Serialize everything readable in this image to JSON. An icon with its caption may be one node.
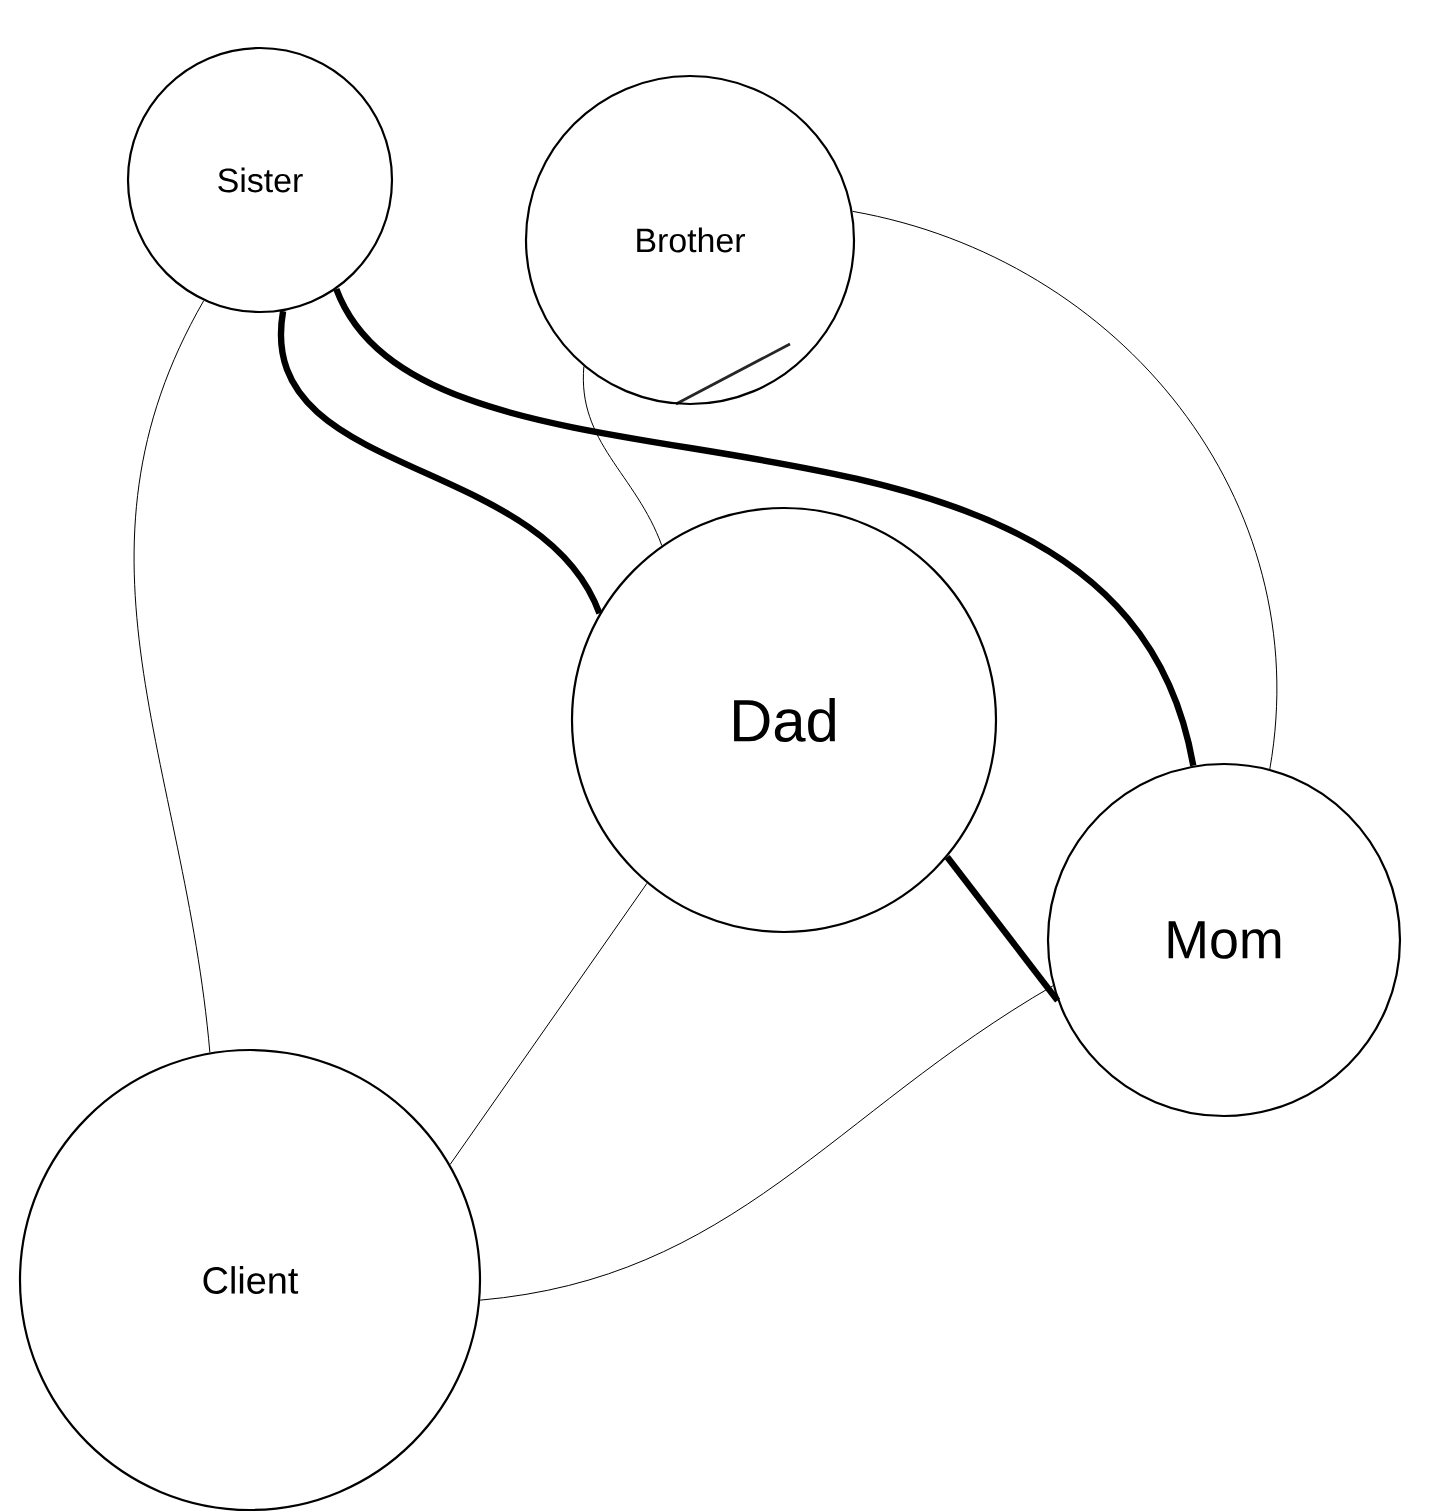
{
  "diagram": {
    "nodes": [
      {
        "text": [
          "Sister"
        ]
      },
      {
        "text": [
          "Brother"
        ]
      },
      {
        "text": [
          "Dad"
        ]
      },
      {
        "text": [
          "Mom"
        ]
      },
      {
        "text": [
          "Client"
        ]
      }
    ],
    "edges": [
      {
        "from": 0,
        "to": 2,
        "arrow": "none",
        "style": "thick"
      },
      {
        "from": 0,
        "to": 3,
        "arrow": "none",
        "style": "thick"
      },
      {
        "from": 2,
        "to": 3,
        "arrow": "none",
        "style": "thick"
      },
      {
        "from": 0,
        "to": 4,
        "arrow": "none"
      },
      {
        "from": 1,
        "to": 2,
        "arrow": "none"
      },
      {
        "from": 1,
        "to": 3,
        "arrow": "none"
      },
      {
        "from": 2,
        "to": 4,
        "arrow": "none"
      },
      {
        "from": 4,
        "to": 3,
        "arrow": "none"
      }
    ]
  }
}
